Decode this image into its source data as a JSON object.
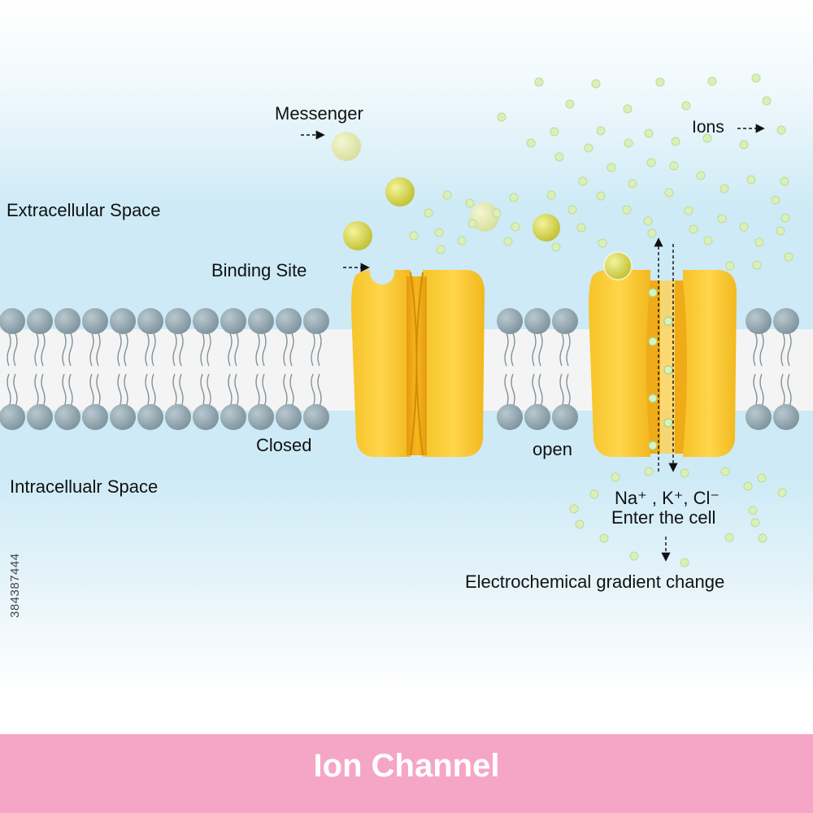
{
  "labels": {
    "messenger": "Messenger",
    "ions": "Ions",
    "extracellular": "Extracellular Space",
    "binding_site": "Binding Site",
    "closed": "Closed",
    "open": "open",
    "intracellular": "Intracellualr Space",
    "ion_species": "Na⁺ , K⁺, Cl⁻",
    "enter_cell": "Enter the cell",
    "gradient": "Electrochemical gradient change"
  },
  "watermark": "384387444",
  "footer": {
    "title": "Ion Channel"
  },
  "colors": {
    "extracellular_blue": "#cdeaf6",
    "membrane_core": "#f2f2f2",
    "phospholipid_head": "#8fa3ad",
    "channel_yellow": "#f3c02b",
    "channel_dark": "#e0a21a",
    "messenger_green": "#d8d84a",
    "ion_green": "#c9e7a6",
    "footer_pink": "#f5a6c6"
  }
}
